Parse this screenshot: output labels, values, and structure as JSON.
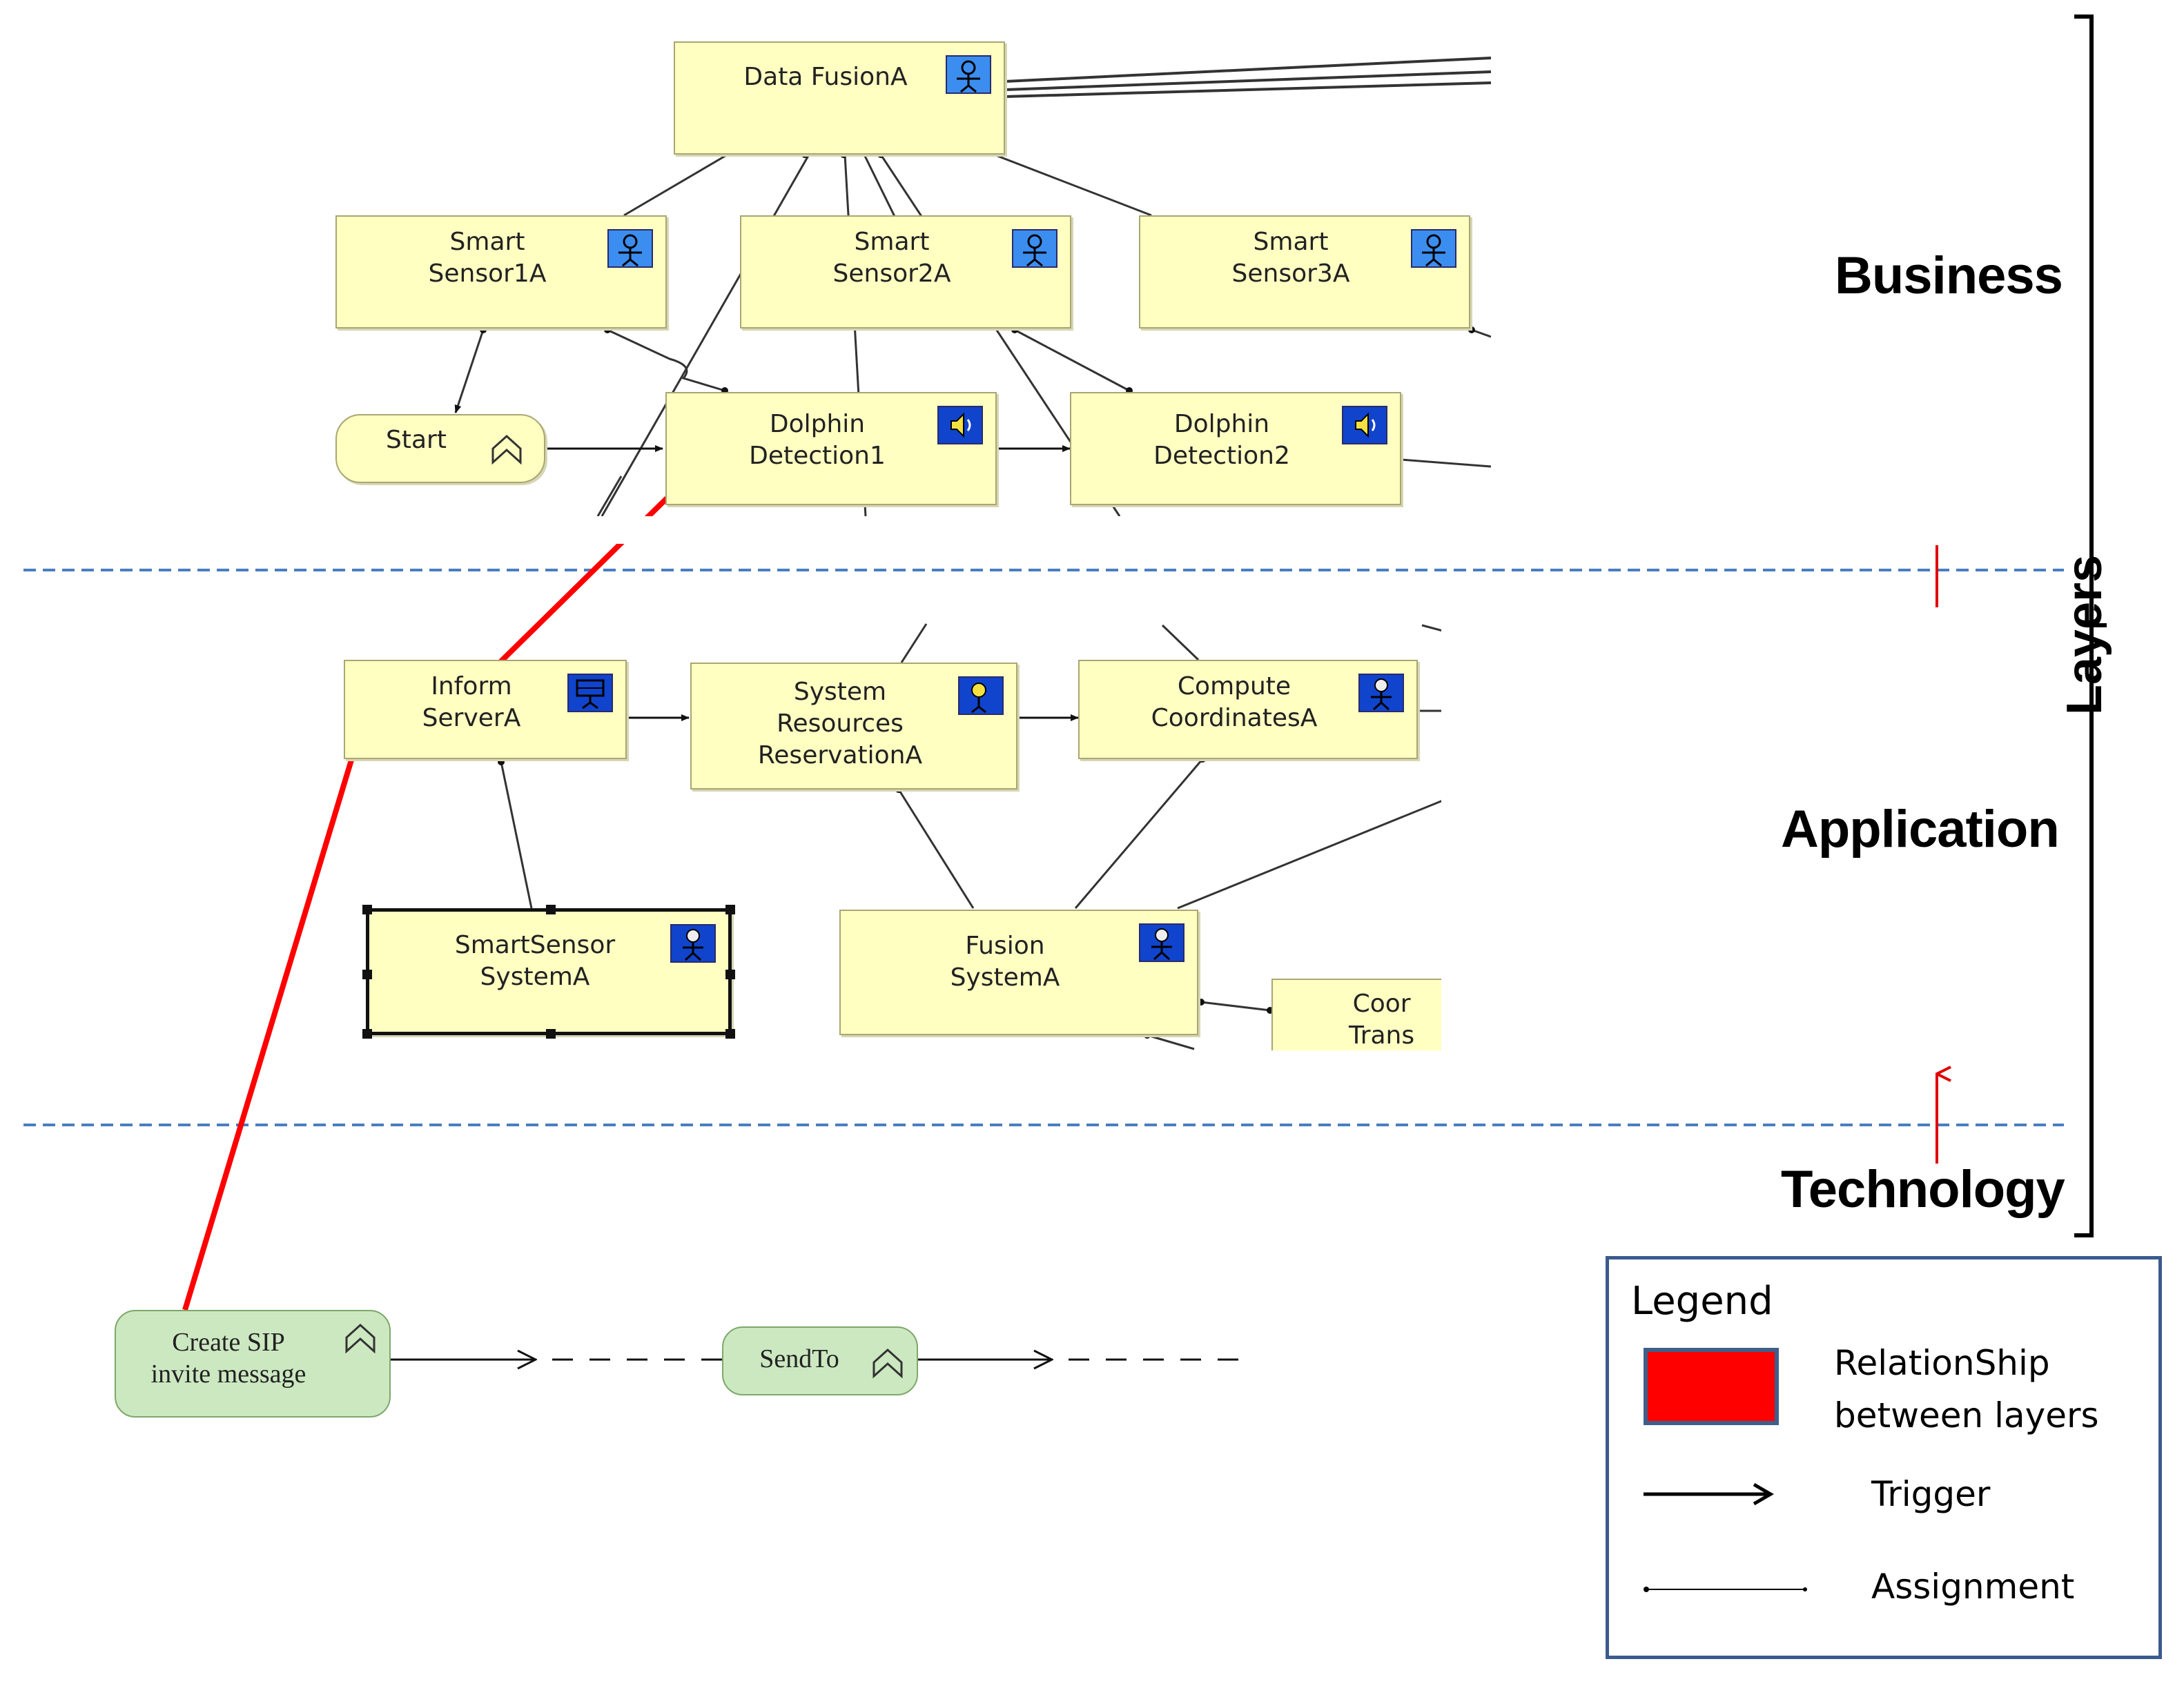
{
  "nodes": {
    "data_fusion_a": "Data FusionA",
    "smart_sensor_1a": "Smart\nSensor1A",
    "smart_sensor_2a": "Smart\nSensor2A",
    "smart_sensor_3a": "Smart\nSensor3A",
    "start": "Start",
    "dolphin_detection_1": "Dolphin\nDetection1",
    "dolphin_detection_2": "Dolphin\nDetection2",
    "inform_server_a": "Inform\nServerA",
    "system_resources_reservation_a": "System\nResources\nReservationA",
    "compute_coordinates_a": "Compute\nCoordinatesA",
    "smart_sensor_system_a": "SmartSensor\nSystemA",
    "fusion_system_a": "Fusion\nSystemA",
    "coord_transform_partial": "Coor\nTrans",
    "create_sip": "Create SIP\ninvite message",
    "send_to": "SendTo"
  },
  "layers": {
    "business": "Business",
    "application": "Application",
    "technology": "Technology",
    "title": "Layers"
  },
  "legend": {
    "title": "Legend",
    "relationship": "RelationShip\nbetween layers",
    "trigger": "Trigger",
    "assignment": "Assignment"
  },
  "colors": {
    "relationship": "#ff0000",
    "node_fill": "#ffffc2",
    "tech_fill": "#cce8c1",
    "layer_divider": "#4a7ec0",
    "icon": "#1144cc"
  }
}
